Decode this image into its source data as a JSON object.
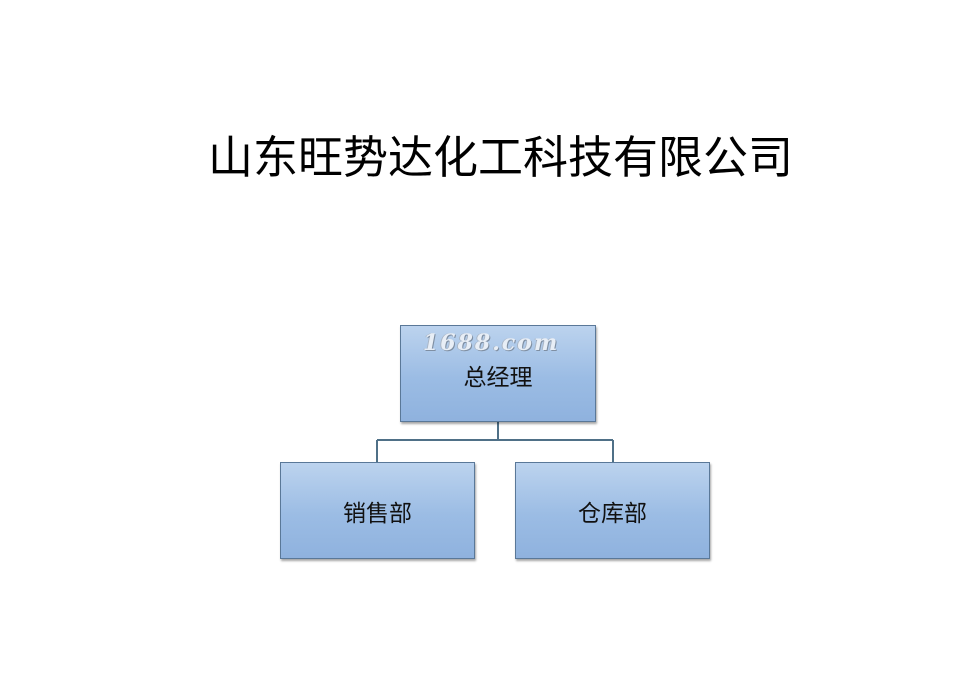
{
  "company": {
    "title": "山东旺势达化工科技有限公司"
  },
  "org_chart": {
    "root": {
      "label": "总经理",
      "watermark": "1688.com"
    },
    "children": [
      {
        "label": "销售部"
      },
      {
        "label": "仓库部"
      }
    ]
  },
  "colors": {
    "box_fill_top": "#bcd3ee",
    "box_fill_bottom": "#8fb2de",
    "box_border": "#5a7898",
    "connector": "#4f7087"
  }
}
